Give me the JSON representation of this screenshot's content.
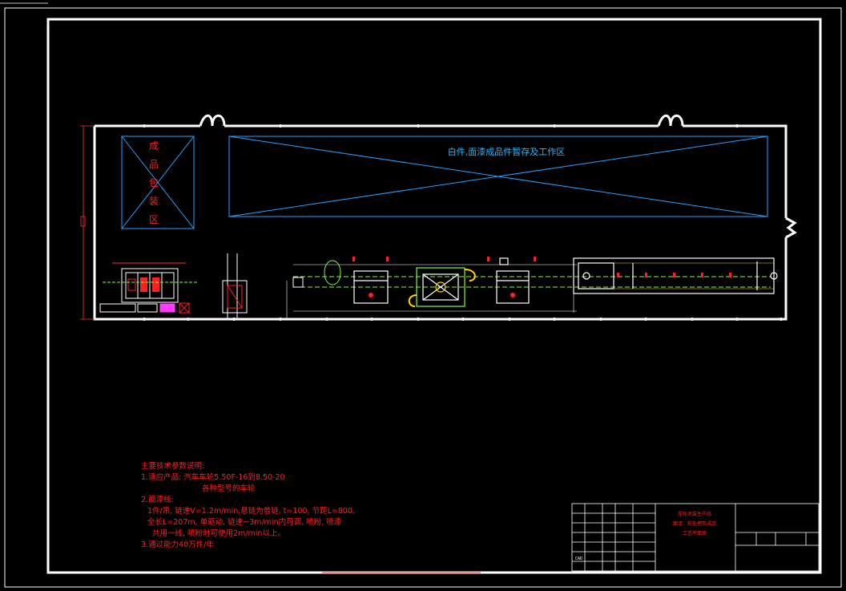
{
  "drawing": {
    "zones": {
      "finished_packing": [
        "成",
        "品",
        "包",
        "装",
        "区"
      ],
      "white_body_zone": "白件,面漆成品件暂存及工作区"
    },
    "notes": {
      "heading": "主要技术参数说明:",
      "lines": [
        "1.适应产品:  汽车车轮5.50F-16到8.50-20",
        "各种型号的车轮",
        "2.面漆线:",
        "1件/吊,    链速V=1.2m/min,悬链为普链,  t=100,  节距L=800,",
        "全长L=207m, 单驱动, 链速~3m/min内可调, 喷粉, 喷漆",
        "共用一线, 喷粉时可使用2m/min以上。",
        "3.通过能力40万件/年"
      ]
    },
    "title_block": {
      "red_title": [
        "车轮涂装生产线",
        "面漆、前处理及成品",
        "工艺平面图"
      ],
      "cad_label": "CAD"
    },
    "colors": {
      "frame": "#ffffff",
      "zone_outline": "#2aa0ff",
      "zone_text_red": "#ff2020",
      "cyan_text": "#2ab8ff",
      "track_green": "#7dff3a",
      "track_yellow": "#ffd400",
      "magenta": "#ff3cff"
    }
  }
}
